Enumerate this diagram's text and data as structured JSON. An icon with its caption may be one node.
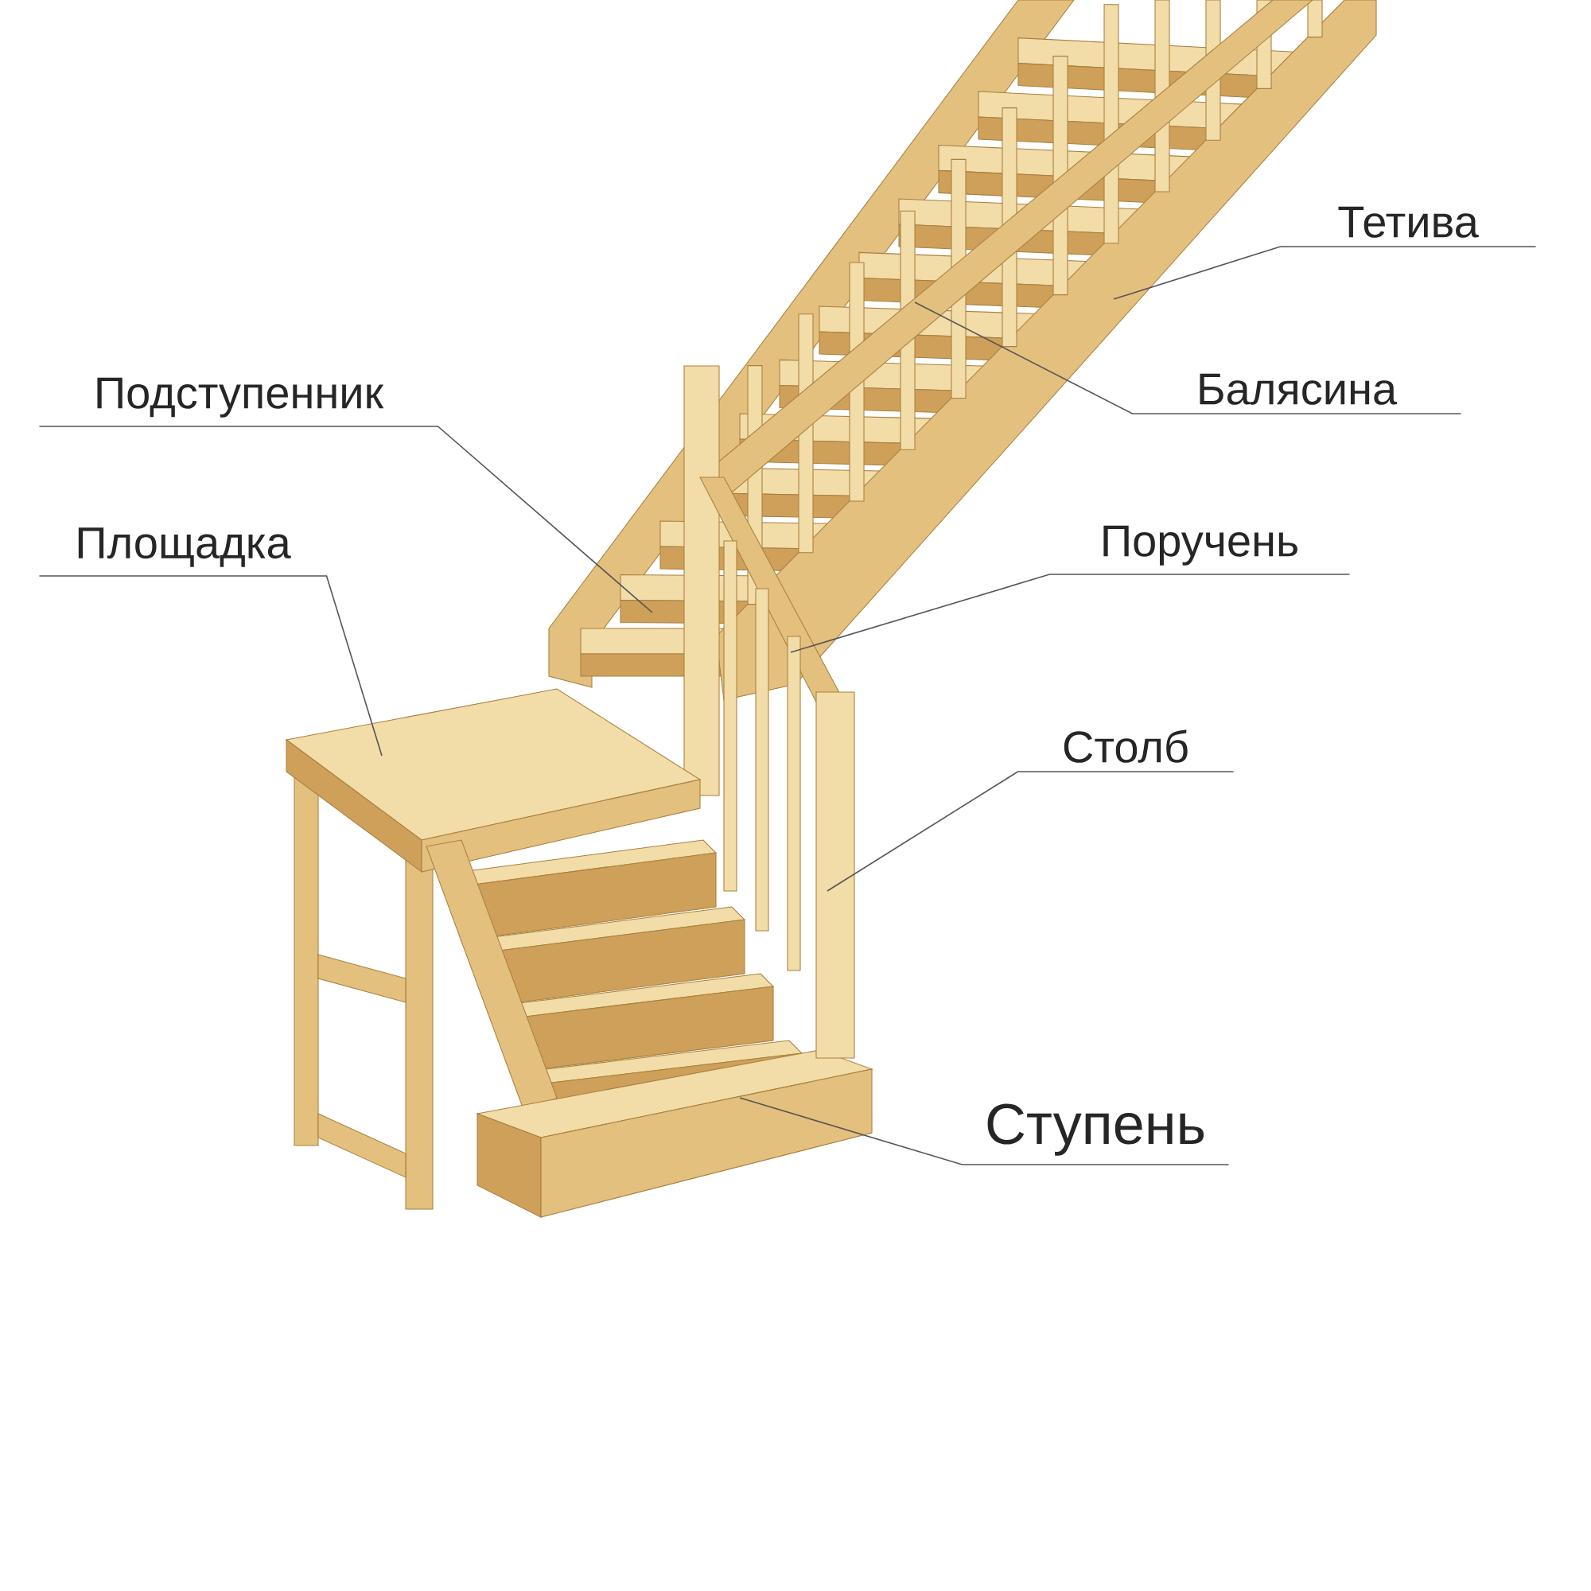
{
  "diagram": {
    "nodes": [
      {
        "text": [
          "Тетива"
        ]
      },
      {
        "text": [
          "Балясина"
        ]
      },
      {
        "text": [
          "Подступенник"
        ]
      },
      {
        "text": [
          "Площадка"
        ]
      },
      {
        "text": [
          "Поручень"
        ]
      },
      {
        "text": [
          "Столб"
        ]
      },
      {
        "text": [
          "Ступень"
        ]
      }
    ],
    "edges": [
      {
        "from": 0,
        "to": null,
        "arrow": "none"
      },
      {
        "from": 1,
        "to": null,
        "arrow": "none"
      },
      {
        "from": 2,
        "to": null,
        "arrow": "none"
      },
      {
        "from": 3,
        "to": null,
        "arrow": "none"
      },
      {
        "from": 4,
        "to": null,
        "arrow": "none"
      },
      {
        "from": 5,
        "to": null,
        "arrow": "none"
      },
      {
        "from": 6,
        "to": null,
        "arrow": "none"
      }
    ]
  }
}
